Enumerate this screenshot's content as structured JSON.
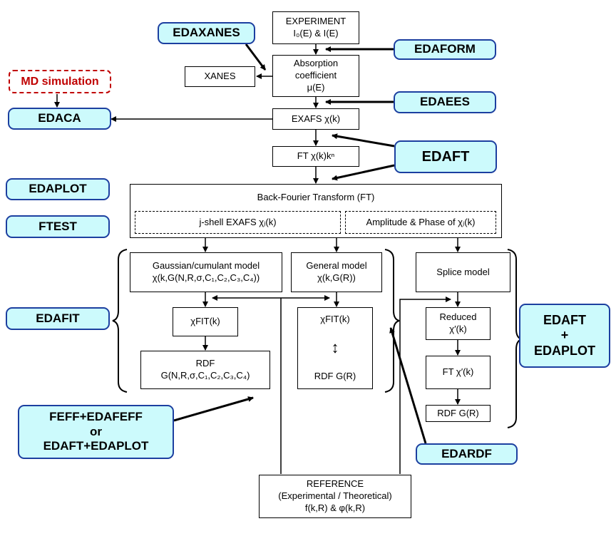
{
  "boxes": {
    "experiment": {
      "line1": "EXPERIMENT",
      "line2": "I₀(E) & I(E)"
    },
    "absorption": {
      "line1": "Absorption",
      "line2": "coefficient",
      "line3": "μ(E)"
    },
    "xanes": "XANES",
    "exafs": "EXAFS χ(k)",
    "ft": "FT χ(k)kⁿ",
    "back_ft_title": "Back-Fourier Transform (FT)",
    "jshell": "j-shell EXAFS χⱼ(k)",
    "amp_phase": "Amplitude & Phase of χⱼ(k)",
    "gaussian": {
      "line1": "Gaussian/cumulant model",
      "line2": "χ(k,G(N,R,σ,C₁,C₂,C₃,C₄))"
    },
    "general": {
      "line1": "General model",
      "line2": "χ(k,G(R))"
    },
    "splice": "Splice model",
    "chi_fit_left": "χFIT(k)",
    "rdf_left": {
      "line1": "RDF",
      "line2": "G(N,R,σ,C₁,C₂,C₃,C₄)"
    },
    "chi_fit_mid": "χFIT(k)",
    "arrow_updown": "↕",
    "rdf_mid": "RDF G(R)",
    "reduced": {
      "line1": "Reduced",
      "line2": "χ′(k)"
    },
    "ft_reduced": "FT χ′(k)",
    "rdf_right": "RDF G(R)",
    "reference": {
      "line1": "REFERENCE",
      "line2": "(Experimental / Theoretical)",
      "line3": "f(k,R) & φ(k,R)"
    }
  },
  "programs": {
    "edaxanes": "EDAXANES",
    "edaform": "EDAFORM",
    "md_simulation": "MD simulation",
    "edaca": "EDACA",
    "edaees": "EDAEES",
    "edaft": "EDAFT",
    "edaplot": "EDAPLOT",
    "ftest": "FTEST",
    "edafit": "EDAFIT",
    "edaft_edaplot": {
      "line1": "EDAFT",
      "line2": "+",
      "line3": "EDAPLOT"
    },
    "feff": {
      "line1": "FEFF+EDAFEFF",
      "line2": "or",
      "line3": "EDAFT+EDAPLOT"
    },
    "edardf": "EDARDF"
  },
  "colors": {
    "program_fill": "#ccfafc",
    "program_border": "#1c3fa0",
    "md_border": "#c00000"
  }
}
